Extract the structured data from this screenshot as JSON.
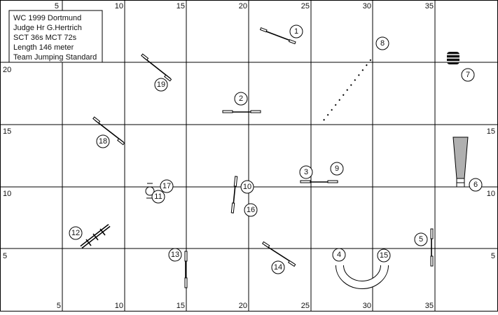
{
  "info": {
    "lines": [
      "WC 1999 Dortmund",
      "Judge Hr G.Hertrich",
      "SCT 36s MCT 72s",
      "Length 146 meter",
      "Team Jumping Standard"
    ]
  },
  "axes": {
    "top_labels": [
      "5",
      "10",
      "15",
      "20",
      "25",
      "30",
      "35"
    ],
    "bottom_labels": [
      "5",
      "10",
      "15",
      "20",
      "25",
      "30",
      "35"
    ],
    "left_labels": [
      "20",
      "15",
      "10",
      "5"
    ],
    "right_labels": [
      "15",
      "10",
      "5"
    ]
  },
  "obstacles": [
    {
      "num": "1",
      "type": "vertical"
    },
    {
      "num": "2",
      "type": "vertical"
    },
    {
      "num": "3",
      "type": "vertical"
    },
    {
      "num": "4",
      "type": "tunnel"
    },
    {
      "num": "5",
      "type": "vertical"
    },
    {
      "num": "6",
      "type": "tunnel"
    },
    {
      "num": "7",
      "type": "tire"
    },
    {
      "num": "8",
      "type": "weave"
    },
    {
      "num": "9",
      "type": "vertical"
    },
    {
      "num": "10",
      "type": "vertical"
    },
    {
      "num": "11",
      "type": "table"
    },
    {
      "num": "12",
      "type": "wall"
    },
    {
      "num": "13",
      "type": "vertical"
    },
    {
      "num": "14",
      "type": "vertical"
    },
    {
      "num": "15",
      "type": "tunnel"
    },
    {
      "num": "16",
      "type": "vertical"
    },
    {
      "num": "17",
      "type": "table"
    },
    {
      "num": "18",
      "type": "vertical"
    },
    {
      "num": "19",
      "type": "vertical"
    }
  ]
}
